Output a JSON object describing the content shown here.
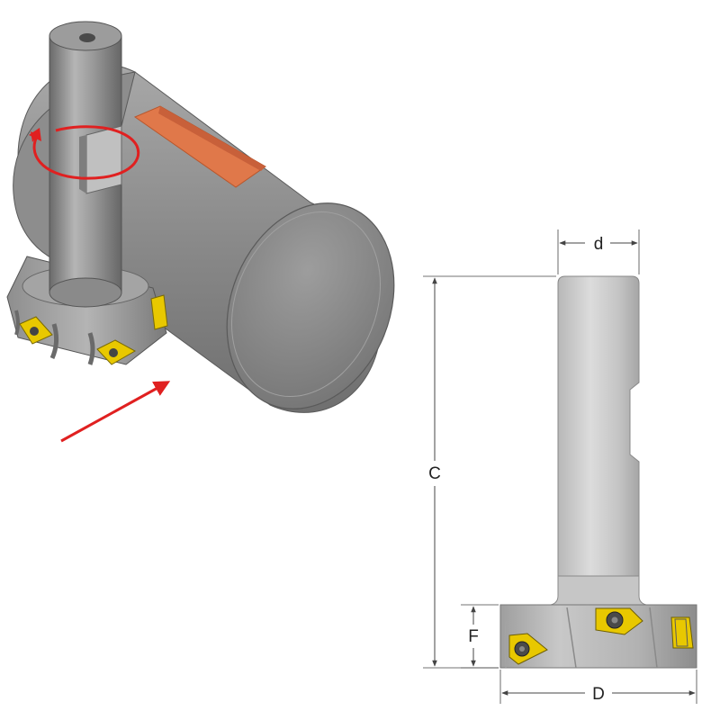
{
  "labels": {
    "d": "d",
    "c": "C",
    "f": "F",
    "D": "D"
  },
  "colors": {
    "rotation_arrow": "#e02020",
    "feed_arrow": "#e02020",
    "slot_cut": "#e0784a",
    "insert": "#e8c800",
    "dimension_line": "#444444"
  },
  "icons": {
    "rotation": "circular-arrow-icon",
    "feed": "straight-arrow-icon"
  }
}
